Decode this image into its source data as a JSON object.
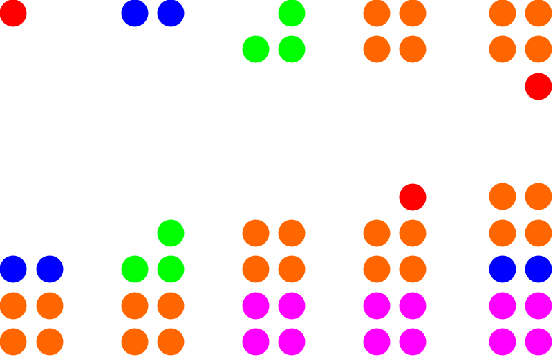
{
  "colors": {
    "red": "#ff0000",
    "blue": "#0000ff",
    "green": "#00ff00",
    "orange": "#ff6600",
    "magenta": "#ff00ff"
  },
  "groups": [
    {
      "dots": [
        "red"
      ]
    },
    {
      "dots": [
        "blue",
        "blue"
      ]
    },
    {
      "dots": [
        "green",
        "green",
        "green"
      ]
    },
    {
      "dots": [
        "orange",
        "orange",
        "orange",
        "orange"
      ]
    },
    {
      "dots": [
        "orange",
        "orange",
        "orange",
        "orange",
        "red"
      ]
    },
    {
      "dots": [
        "blue",
        "blue",
        "orange",
        "orange",
        "orange",
        "orange"
      ]
    },
    {
      "dots": [
        "green",
        "green",
        "green",
        "orange",
        "orange",
        "orange",
        "orange"
      ]
    },
    {
      "dots": [
        "orange",
        "orange",
        "orange",
        "orange",
        "magenta",
        "magenta",
        "magenta",
        "magenta"
      ]
    },
    {
      "dots": [
        "red",
        "orange",
        "orange",
        "orange",
        "orange",
        "magenta",
        "magenta",
        "magenta",
        "magenta"
      ]
    },
    {
      "dots": [
        "orange",
        "orange",
        "orange",
        "orange",
        "blue",
        "blue",
        "magenta",
        "magenta",
        "magenta",
        "magenta"
      ]
    }
  ]
}
